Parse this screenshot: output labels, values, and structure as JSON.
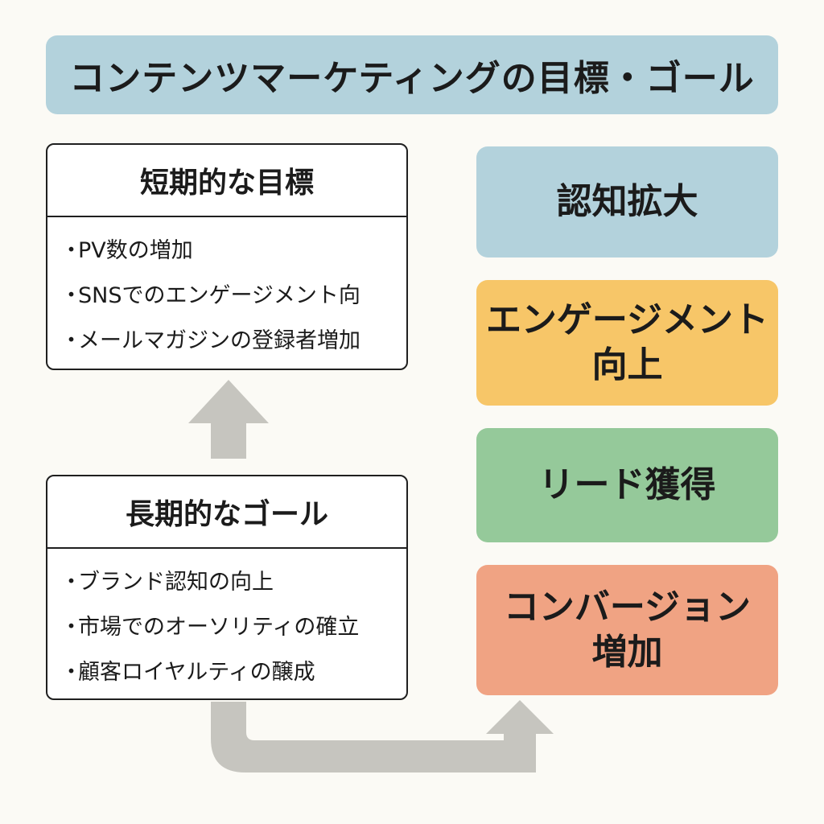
{
  "title": "コンテンツマーケティングの目標・ゴール",
  "colors": {
    "background": "#fbfaf5",
    "title_bg": "#b3d2dc",
    "arrow": "#c6c5bf",
    "stage_awareness": "#b3d2dc",
    "stage_engagement": "#f7c668",
    "stage_leads": "#95c99a",
    "stage_conversion": "#f0a383"
  },
  "short_term": {
    "heading": "短期的な目標",
    "bullet": "・",
    "items": [
      "PV数の増加",
      "SNSでのエンゲージメント向",
      "メールマガジンの登録者増加"
    ]
  },
  "long_term": {
    "heading": "長期的なゴール",
    "bullet": "・",
    "items": [
      "ブランド認知の向上",
      "市場でのオーソリティの確立",
      "顧客ロイヤルティの醸成"
    ]
  },
  "stages": [
    {
      "line1": "認知拡大",
      "line2": ""
    },
    {
      "line1": "エンゲージメント",
      "line2": "向上"
    },
    {
      "line1": "リード獲得",
      "line2": ""
    },
    {
      "line1": "コンバージョン",
      "line2": "増加"
    }
  ]
}
